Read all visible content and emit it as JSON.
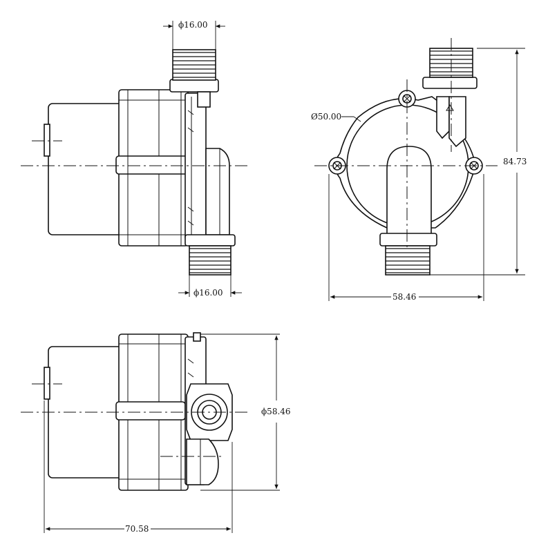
{
  "dimensions": {
    "top_inlet_diameter": "ϕ16.00",
    "bottom_outlet_diameter": "ϕ16.00",
    "housing_diameter": "Ø50.00",
    "height": "84.73",
    "front_width": "58.46",
    "body_diameter": "ϕ58.46",
    "overall_length": "70.58"
  }
}
